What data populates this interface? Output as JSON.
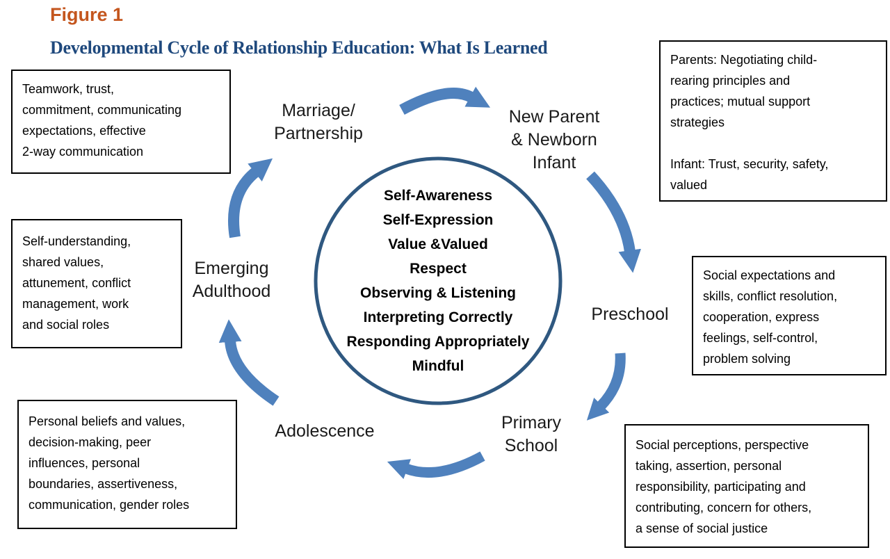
{
  "figure_label": "Figure 1",
  "title": "Developmental Cycle of Relationship Education: What Is Learned",
  "colors": {
    "figure_label_orange": "#C4561E",
    "title_blue": "#1F497D",
    "arrow_blue": "#4F81BD",
    "circle_stroke_blue": "#2F5880",
    "box_border": "#000000",
    "text": "#000000"
  },
  "center_circle": {
    "items": [
      "Self-Awareness",
      "Self-Expression",
      "Value &Valued",
      "Respect",
      "Observing & Listening",
      "Interpreting Correctly",
      "Responding Appropriately",
      "Mindful"
    ]
  },
  "stages": {
    "marriage": {
      "lines": [
        "Marriage/",
        "Partnership"
      ]
    },
    "new_parent": {
      "lines": [
        "New Parent",
        "& Newborn",
        "Infant"
      ]
    },
    "preschool": {
      "lines": [
        "Preschool"
      ]
    },
    "primary_school": {
      "lines": [
        "Primary",
        "School"
      ]
    },
    "adolescence": {
      "lines": [
        "Adolescence"
      ]
    },
    "emerging_adulthood": {
      "lines": [
        "Emerging",
        "Adulthood"
      ]
    }
  },
  "annotations": {
    "marriage_box": {
      "lines": [
        "Teamwork, trust,",
        "commitment, communicating",
        "expectations, effective",
        "2-way communication"
      ]
    },
    "new_parent_box": {
      "lines": [
        "Parents: Negotiating child-",
        "rearing principles and",
        "practices; mutual support",
        "strategies",
        "",
        "Infant: Trust, security, safety,",
        "valued"
      ]
    },
    "emerging_adulthood_box": {
      "lines": [
        "Self-understanding,",
        "shared values,",
        "attunement, conflict",
        "management, work",
        "and social roles"
      ]
    },
    "adolescence_box": {
      "lines": [
        "Personal beliefs and values,",
        "decision-making, peer",
        "influences, personal",
        "boundaries, assertiveness,",
        "communication, gender roles"
      ]
    },
    "preschool_box": {
      "lines": [
        "Social expectations and",
        "skills, conflict resolution,",
        "cooperation, express",
        "feelings, self-control,",
        "problem solving"
      ]
    },
    "primary_school_box": {
      "lines": [
        "Social perceptions, perspective",
        "taking, assertion, personal",
        "responsibility, participating and",
        "contributing, concern for others,",
        "a sense of social justice"
      ]
    }
  }
}
